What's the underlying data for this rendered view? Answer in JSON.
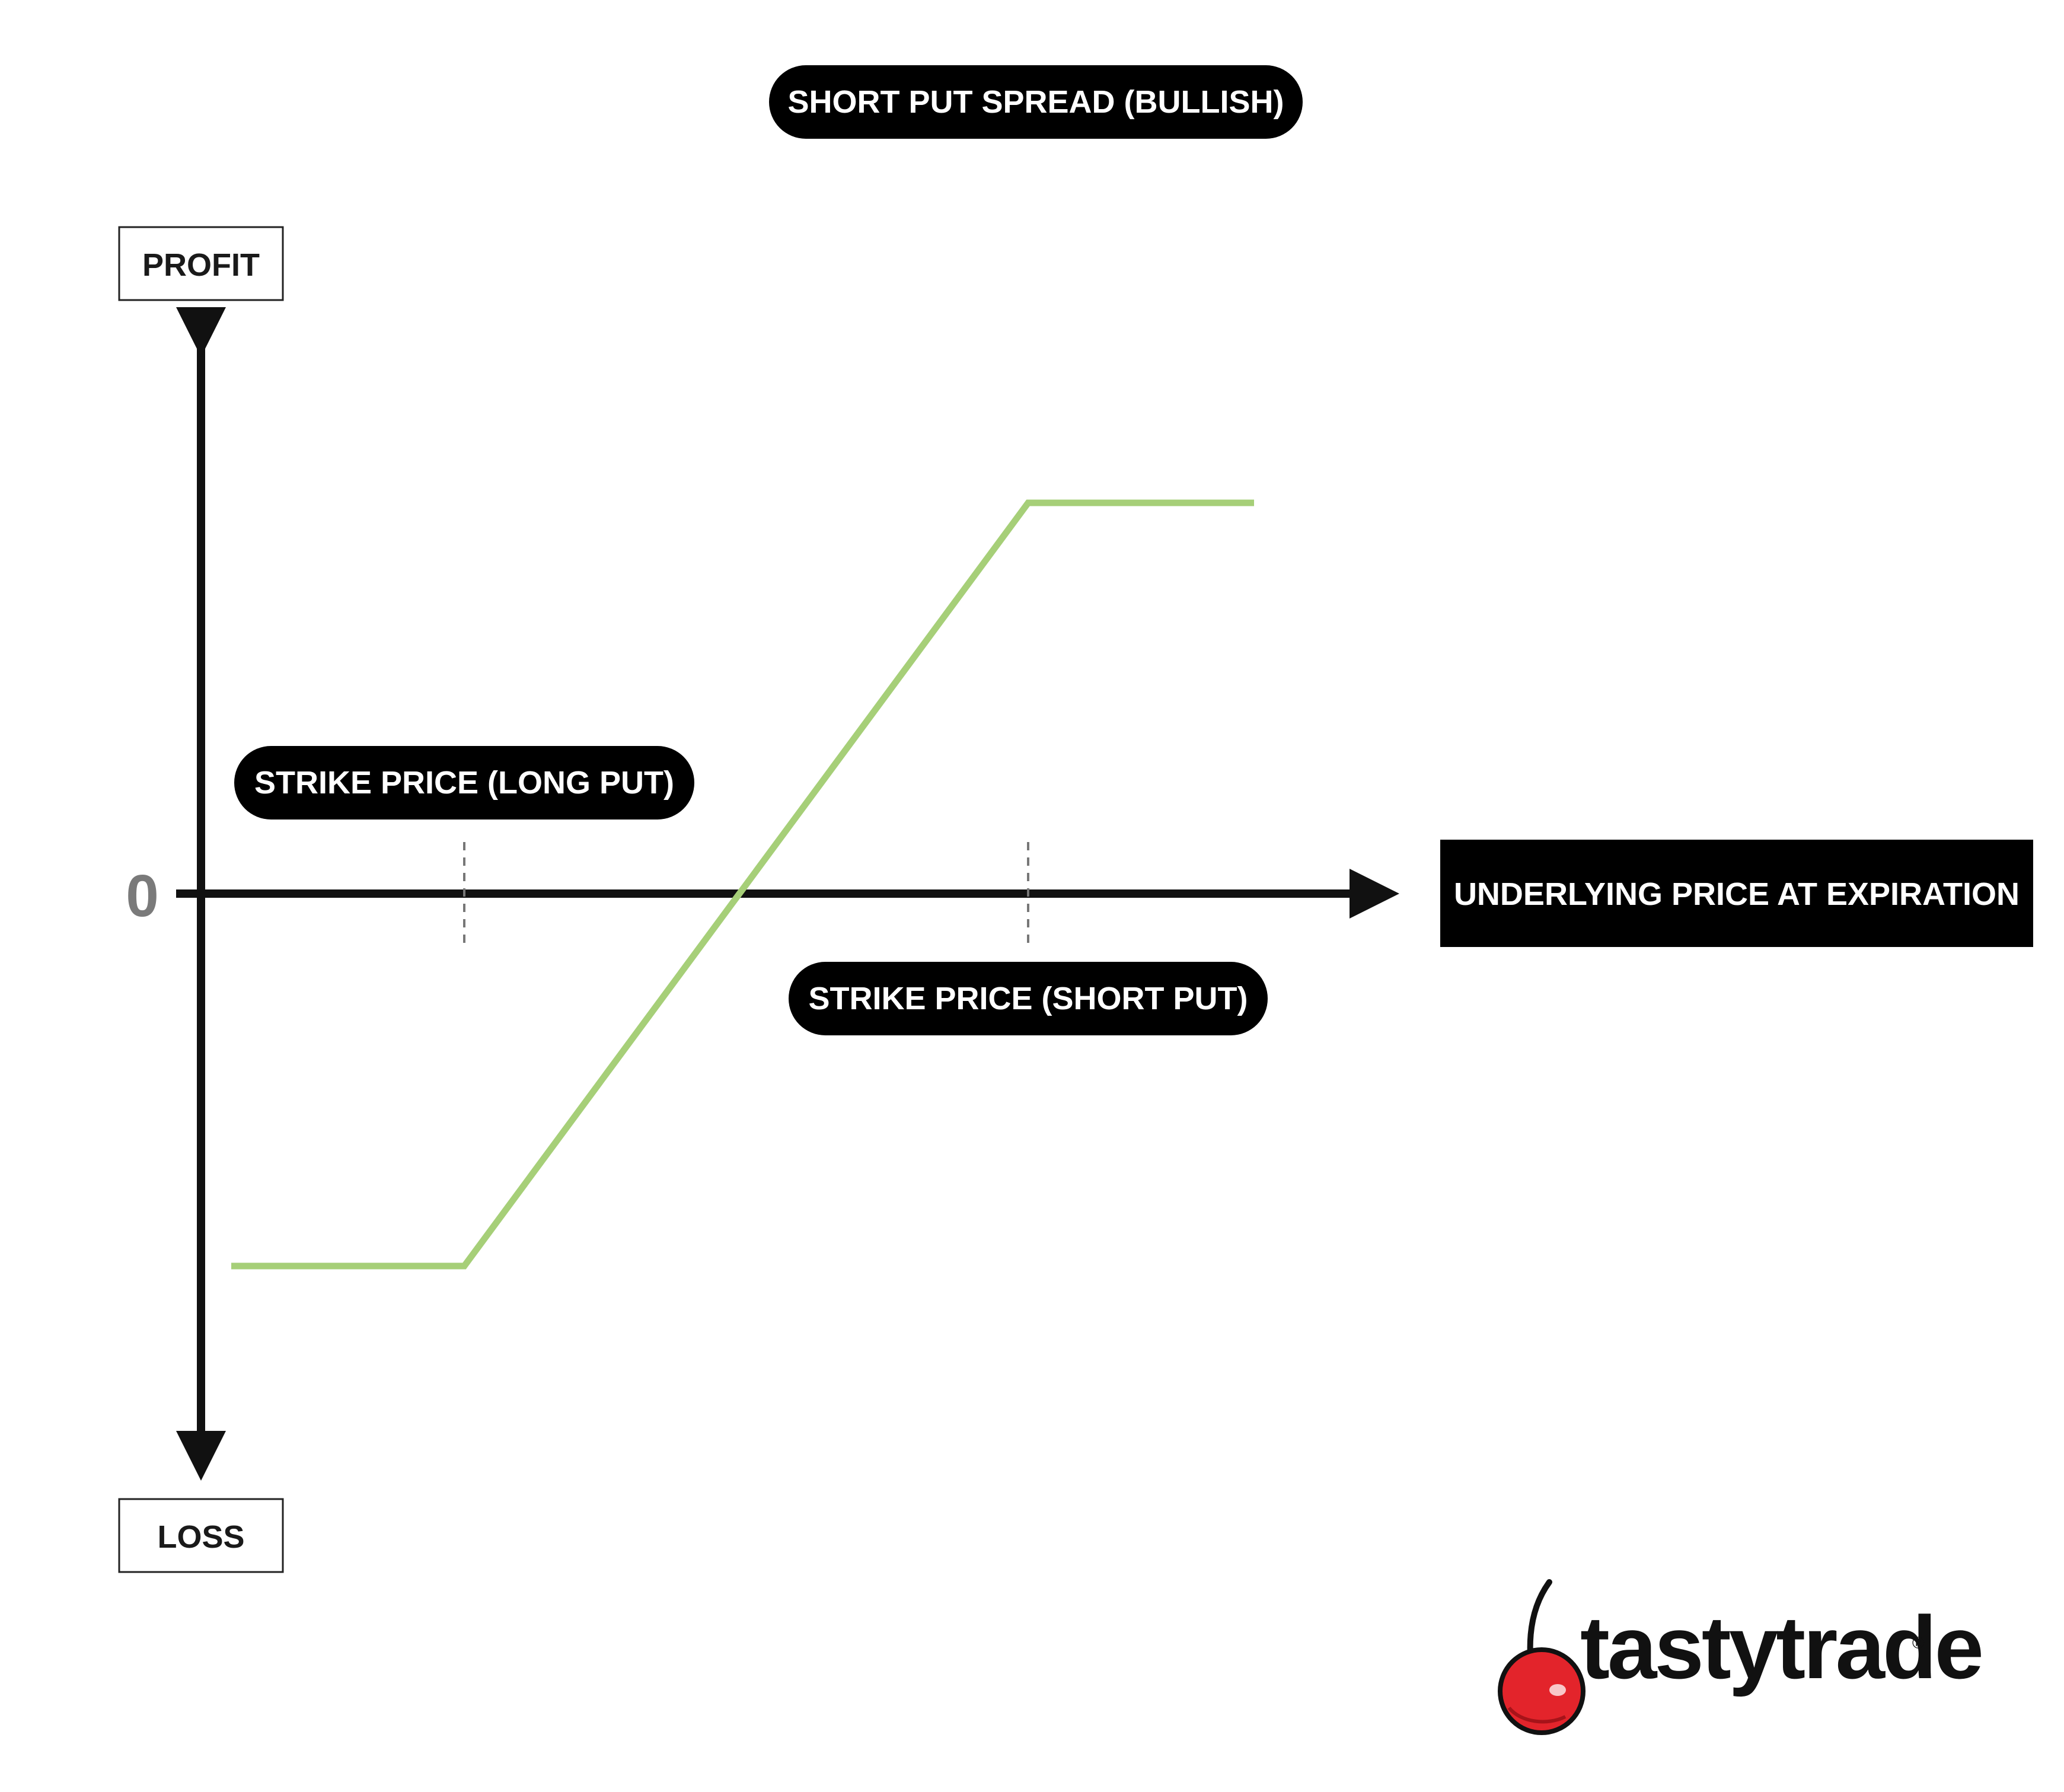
{
  "title": "SHORT PUT SPREAD (BULLISH)",
  "y_axis": {
    "top_label": "PROFIT",
    "bottom_label": "LOSS",
    "zero_label": "0"
  },
  "x_axis": {
    "label": "UNDERLYING PRICE AT EXPIRATION"
  },
  "annotations": {
    "long_put_strike": "STRIKE PRICE (LONG PUT)",
    "short_put_strike": "STRIKE PRICE (SHORT PUT)"
  },
  "payoff_line": {
    "color": "#a6cf78"
  },
  "logo": {
    "text": "tastytrade",
    "registered": "®",
    "icon": "cherry-icon",
    "icon_color": "#e3242b"
  }
}
